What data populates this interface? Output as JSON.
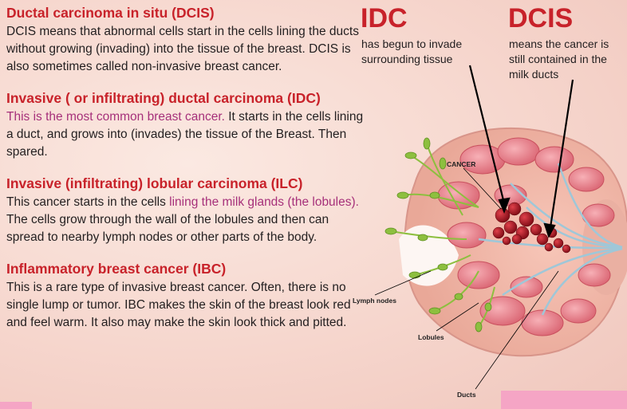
{
  "sections": [
    {
      "heading": "Ductal carcinoma in situ (DCIS)",
      "text": "DCIS means that abnormal cells start in the cells lining the ducts without growing (invading) into the tissue of the breast.  DCIS is also sometimes called non-invasive breast cancer."
    },
    {
      "heading": "Invasive ( or infiltrating) ductal carcinoma (IDC)",
      "accent": "This is the most common breast cancer.",
      "text": " It starts in the cells lining a duct, and grows into (invades) the tissue of the Breast.  Then spared."
    },
    {
      "heading": "Invasive (infiltrating) lobular carcinoma (ILC)",
      "pre": "This cancer starts in the cells ",
      "accent": "lining the milk glands (the lobules).",
      "text": "  The cells grow through the wall of the lobules and then can spread to nearby lymph nodes or other parts of the body."
    },
    {
      "heading": "Inflammatory breast cancer (IBC)",
      "text": "This is a rare type of invasive breast cancer. Often, there is no single lump or tumor. IBC makes the skin of the breast look red and feel warm.  It also may make the skin look thick and pitted."
    }
  ],
  "idc": {
    "title": "IDC",
    "caption_1": "has begun to invade",
    "caption_2": "surrounding tissue"
  },
  "dcis": {
    "title": "DCIS",
    "caption_1": "means the cancer is",
    "caption_2": "still contained in the",
    "caption_3": "milk ducts"
  },
  "diagram_labels": {
    "cancer": "CANCER",
    "lymph_nodes": "Lymph nodes",
    "lobules": "Lobules",
    "ducts": "Ducts"
  },
  "colors": {
    "heading": "#c8222a",
    "accent": "#a6307a",
    "lymph_node": "#8dbf3f",
    "tumor": "#a4141e",
    "lobule": "#e8808c"
  }
}
